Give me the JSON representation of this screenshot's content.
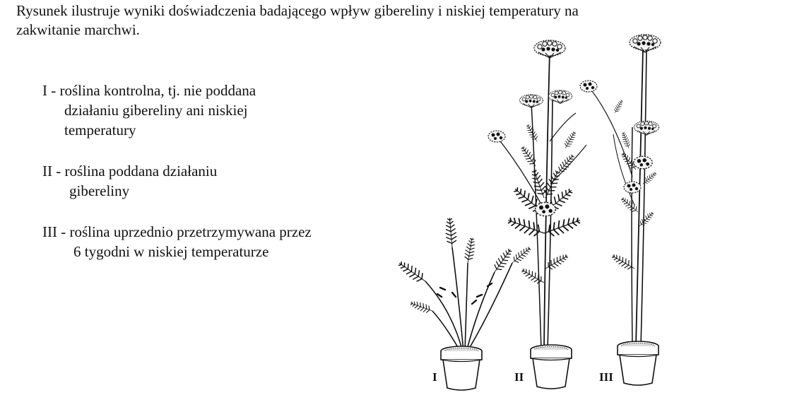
{
  "intro_line1": "Rysunek ilustruje wyniki doświadczenia badającego wpływ gibereliny i niskiej temperatury na",
  "intro_line2": "zakwitanie marchwi.",
  "legend": [
    {
      "line1": "I - roślina kontrolna, tj. nie poddana",
      "line2": "działaniu gibereliny ani niskiej",
      "line3": "temperatury"
    },
    {
      "line1": "II - roślina poddana działaniu",
      "line2": "gibereliny"
    },
    {
      "line1": "III - roślina uprzednio przetrzymywana przez",
      "line2": "6 tygodni w niskiej temperaturze"
    }
  ],
  "plant_labels": [
    "I",
    "II",
    "III"
  ]
}
